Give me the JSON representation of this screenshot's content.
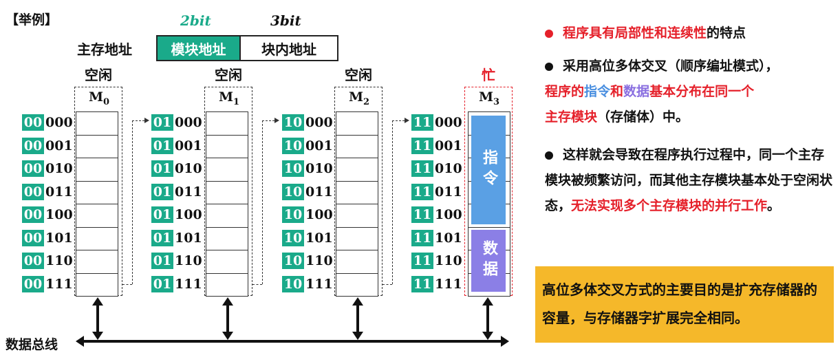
{
  "example_label": "【举例】",
  "bits": {
    "high": "2bit",
    "low": "3bit"
  },
  "address": {
    "label": "主存地址",
    "module_part": "模块地址",
    "inner_part": "块内地址"
  },
  "modules": [
    {
      "name": "M",
      "sub": "0",
      "status": "空闲",
      "prefix": "00"
    },
    {
      "name": "M",
      "sub": "1",
      "status": "空闲",
      "prefix": "01"
    },
    {
      "name": "M",
      "sub": "2",
      "status": "空闲",
      "prefix": "10"
    },
    {
      "name": "M",
      "sub": "3",
      "status": "忙",
      "prefix": "11"
    }
  ],
  "low_addresses": [
    "000",
    "001",
    "010",
    "011",
    "100",
    "101",
    "110",
    "111"
  ],
  "blocks": {
    "instruction": "指令",
    "data": "数据"
  },
  "bus_label": "数据总线",
  "colors": {
    "teal": "#1aaa8a",
    "red": "#e5202a",
    "blue": "#5aa0e4",
    "purple": "#8b7fe6",
    "yellow": "#f5b82a"
  },
  "right": {
    "p1": {
      "a": "程序具有局部性和连续性",
      "b": "的特点"
    },
    "p2": {
      "a": "采用高位多体交叉（顺序编址模式），",
      "b": "程序的",
      "c": "指令",
      "d": "和",
      "e": "数据",
      "f": "基本分布在同一个",
      "g": "主存模块",
      "h": "（存储体）中。"
    },
    "p3": {
      "a": "这样就会导致在程序执行过程中，同一个主存模块被频繁访问，而其他主存模块基本处于空闲状态，",
      "b": "无法实现多个主存模块的并行工作",
      "c": "。"
    },
    "conclusion": "高位多体交叉方式的主要目的是扩充存储器的容量，与存储器字扩展完全相同。"
  }
}
